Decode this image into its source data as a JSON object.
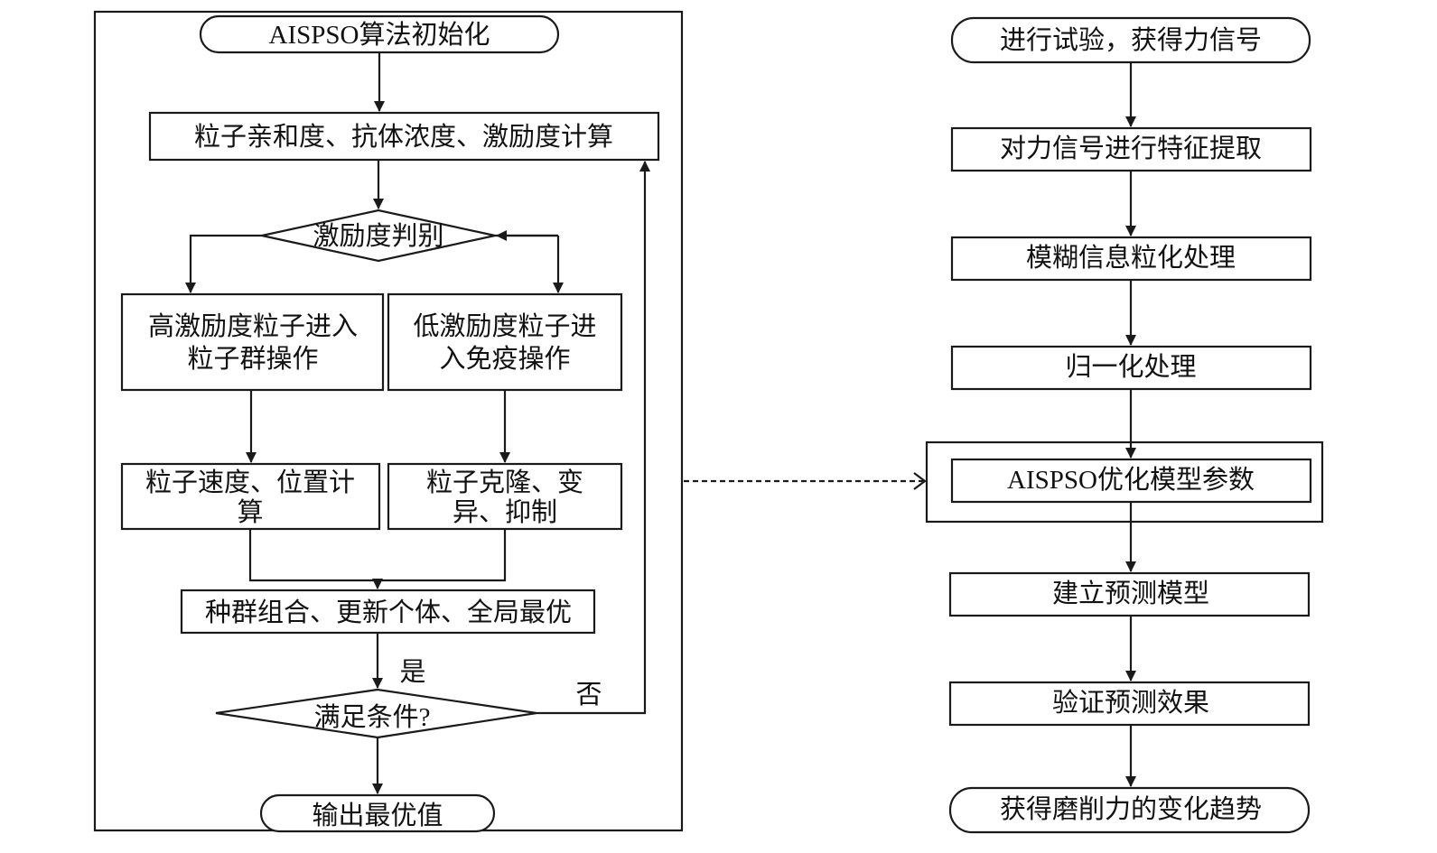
{
  "left": {
    "start": "AISPSO算法初始化",
    "compute": "粒子亲和度、抗体浓度、激励度计算",
    "judge": "激励度判别",
    "high": {
      "line1": "高激励度粒子进入",
      "line2": "粒子群操作"
    },
    "low": {
      "line1": "低激励度粒子进",
      "line2": "入免疫操作"
    },
    "velocity": {
      "line1": "粒子速度、位置计",
      "line2": "算"
    },
    "clone": {
      "line1": "粒子克隆、变",
      "line2": "异、抑制"
    },
    "combine": "种群组合、更新个体、全局最优",
    "condition": "满足条件?",
    "yes": "是",
    "no": "否",
    "output": "输出最优值"
  },
  "right": {
    "steps": [
      "进行试验，获得力信号",
      "对力信号进行特征提取",
      "模糊信息粒化处理",
      "归一化处理",
      "AISPSO优化模型参数",
      "建立预测模型",
      "验证预测效果",
      "获得磨削力的变化趋势"
    ]
  }
}
